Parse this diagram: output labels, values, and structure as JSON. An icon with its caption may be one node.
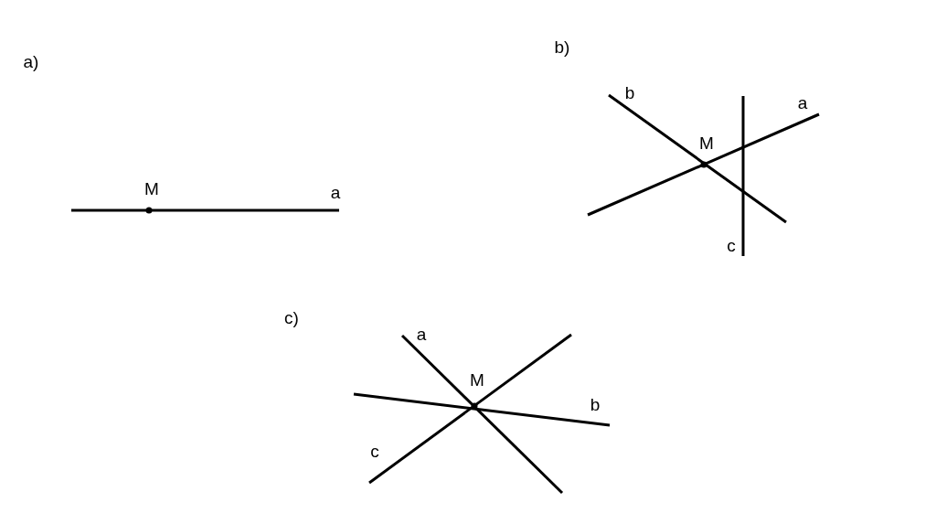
{
  "diagram": {
    "labels": [
      "a)",
      "M",
      "a",
      "b)",
      "b",
      "a",
      "M",
      "c",
      "c)",
      "a",
      "M",
      "b",
      "c"
    ]
  }
}
